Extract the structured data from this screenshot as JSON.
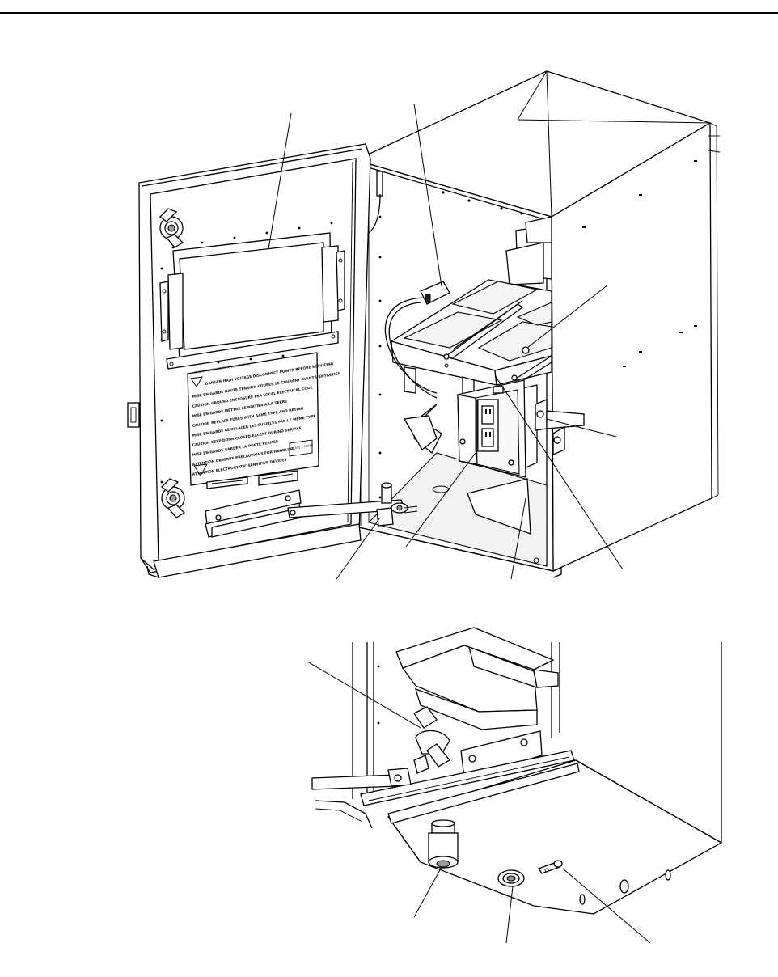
{
  "figure": {
    "header_rule": true,
    "views": [
      "enclosure-open-door",
      "enclosure-bottom-detail"
    ]
  },
  "warning_label": {
    "lines": [
      "CIRCUIT ADEQUATE TO: 115 VAC 60 Hz",
      "DANGER  HIGH VOLTAGE  DISCONNECT POWER BEFORE SERVICING",
      "MISE EN GARDE  HAUTE TENSION  COUPER LE COURANT AVANT L'ENTRETIEN",
      "CAUTION  GROUND ENCLOSURE PER LOCAL ELECTRICAL CODE",
      "MISE EN GARDE  METTRE LE BOITIER A LA TERRE",
      "CAUTION  REPLACE FUSES WITH SAME TYPE AND RATING",
      "MISE EN GARDE  REMPLACER LES FUSIBLES PAR LE MEME TYPE",
      "CAUTION  KEEP DOOR CLOSED EXCEPT DURING SERVICE",
      "MISE EN GARDE  GARDER LA PORTE FERMEE",
      "ATTENTION  OBSERVE PRECAUTIONS FOR HANDLING",
      "ATTENTION  ELECTROSTATIC SENSITIVE DEVICES"
    ],
    "class_box": "CLASS 1 FILTER"
  }
}
